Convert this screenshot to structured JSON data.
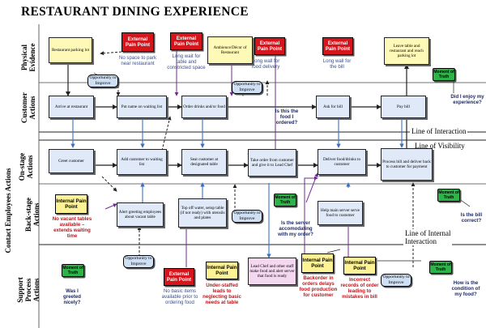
{
  "title": "RESTAURANT DINING EXPERIENCE",
  "lanes": [
    {
      "label_lines": [
        "Physical",
        "Evidence"
      ]
    },
    {
      "label_lines": [
        "Customer",
        "Actions"
      ]
    },
    {
      "label_lines": [
        "Contact Employees Actions",
        "On-stage",
        "Actions"
      ]
    },
    {
      "label_lines": [
        "Back-stage",
        "Actions"
      ]
    },
    {
      "label_lines": [
        "Support",
        "Process",
        "Actions"
      ]
    }
  ],
  "lines": {
    "interaction": "Line of Interaction",
    "visibility": "Line of Visibility",
    "internal_1": "Line of Internal",
    "internal_2": "Interaction"
  },
  "steps": {
    "physical": [
      "Restaurant parking lot",
      "Ambience/Décor of Restaurant",
      "Leave table and restaurant and reach parking lot"
    ],
    "customer": [
      "Arrive at restaurant",
      "Put name on waiting list",
      "Order drinks and/or food",
      "Ask for bill",
      "Pay bill"
    ],
    "onstage": [
      "Greet customer",
      "Add customer to waiting list",
      "Seat customer at designated table",
      "Take order from customer and give it to Lead Chef",
      "Deliver food/drinks to customer",
      "Process bill and deliver back to customer for payment"
    ],
    "backstage": [
      "Alert greeting employees about vacant table",
      "Top off water, setup table (if not ready) with utensils and plates",
      "Help main server serve food to customer"
    ],
    "support": [
      "Lead Chef and other staff make food and alert server that food is ready"
    ]
  },
  "callouts": {
    "external": "External Pain Point",
    "internal": "Internal Pain Point",
    "opportunity": "Opportunity to Improve",
    "moment": "Moment of Truth"
  },
  "notes": {
    "parking": "No space to park near restaurant",
    "wait_wall": "Long wait for table and constricted space",
    "food_wall": "Long wall for food delivery",
    "bill_wall": "Long wall for the bill",
    "no_tables": "No vacant tables available – extends waiting time",
    "no_items": "No basic items available prior to ordering food",
    "understaffed": "Under-staffed leads to neglecting basic needs at table",
    "backorder": "Backorder in orders delays food production for customer",
    "incorrect": "Incorrect records of order leading to mistakes in bill",
    "q_enjoy": "Did I enjoy my experience?",
    "q_food": "Is this the food I ordered?",
    "q_server": "Is the server accomodating with my order?",
    "q_bill": "Is the bill correct?",
    "q_greet": "Was I greeted nicely?",
    "q_condition": "How is the condition of my food?"
  },
  "colors": {
    "box_fill": "#dfe9f7",
    "external_fill": "#d5141b",
    "internal_fill": "#fdf394",
    "moment_fill": "#2eb24a",
    "opportunity_fill": "#cfe0f4",
    "connector_purple": "#6b2c8f",
    "connector_blue": "#3b6fc4"
  }
}
